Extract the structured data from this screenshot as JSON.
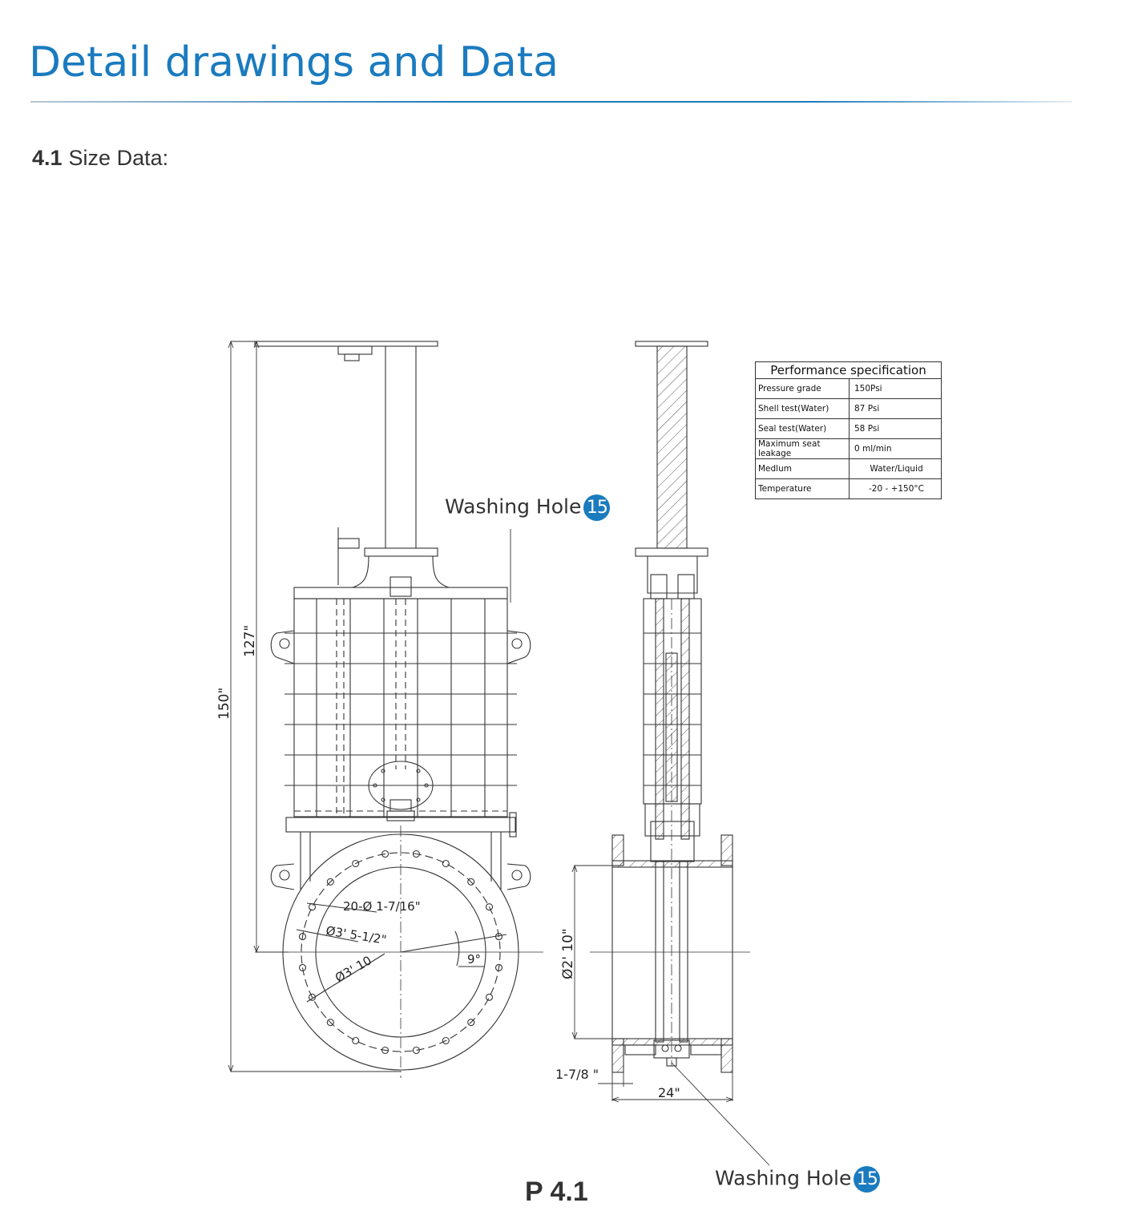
{
  "header": {
    "title": "Detail drawings and Data",
    "section_number": "4.1",
    "section_title": "Size Data:"
  },
  "drawing": {
    "labels": {
      "overall_height": "150\"",
      "body_height": "127\"",
      "bolt_holes": "20-Ø 1-7/16\"",
      "flange_outer": "Ø3' 5-1/2\"",
      "bolt_circle": "Ø3' 10",
      "angle": "9°",
      "bore": "Ø2' 10\"",
      "flange_thickness": "1-7/8 \"",
      "face_to_face": "24\""
    },
    "callouts": [
      {
        "text": "Washing Hole",
        "number": "15"
      },
      {
        "text": "Washing Hole",
        "number": "15"
      }
    ]
  },
  "spec_table": {
    "title": "Performance specification",
    "rows": [
      {
        "label": "Pressure grade",
        "value": "150Psi"
      },
      {
        "label": "Shell test(Water)",
        "value": "87 Psi"
      },
      {
        "label": "Seal test(Water)",
        "value": "58 Psi"
      },
      {
        "label": "Maximum seat leakage",
        "value": "0 ml/min"
      },
      {
        "label": "Medlum",
        "value": "Water/Liquid"
      },
      {
        "label": "Temperature",
        "value": "-20 - +150°C"
      }
    ]
  },
  "footer": {
    "page": "P 4.1"
  },
  "colors": {
    "accent": "#1a7bbf",
    "line": "#333333"
  }
}
